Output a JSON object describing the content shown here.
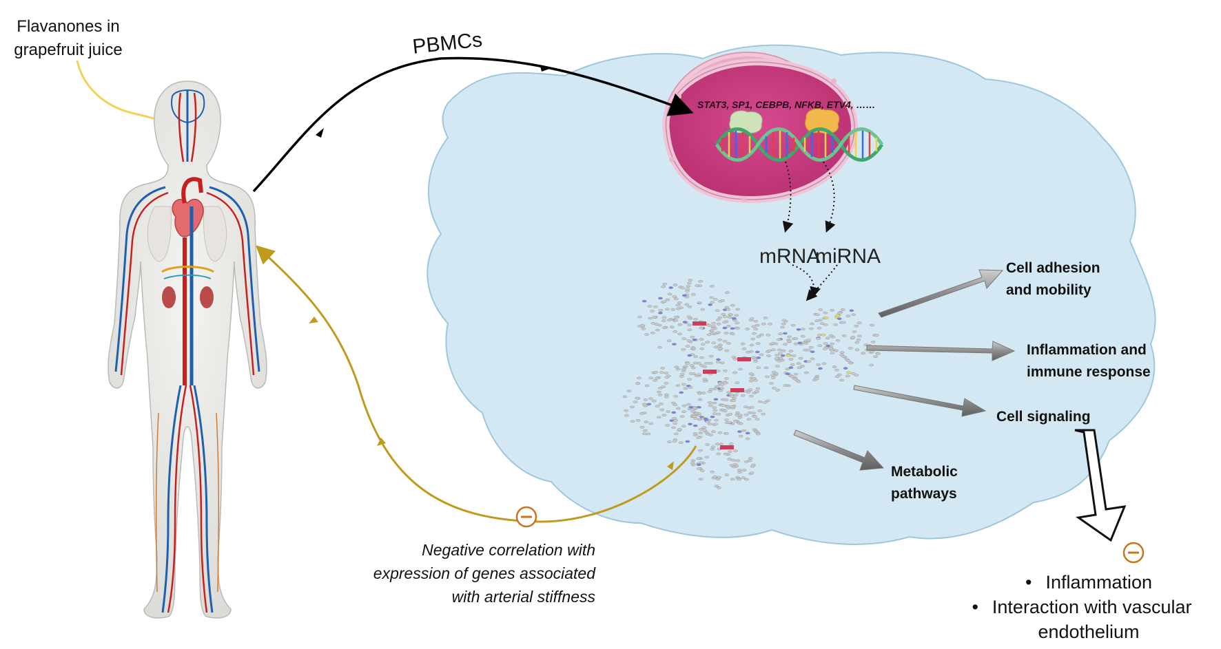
{
  "labels": {
    "source": [
      "Flavanones in",
      "grapefruit juice"
    ],
    "pbmcs": "PBMCs",
    "transcription_factors": "STAT3, SP1, CEBPB, NFKB, ETV4, ……",
    "mrna": "mRNA",
    "mirna": "miRNA",
    "outcomes": {
      "cell_adhesion": [
        "Cell adhesion",
        "and mobility"
      ],
      "inflammation_immune": [
        "Inflammation and",
        "immune response"
      ],
      "cell_signaling": "Cell signaling",
      "metabolic": [
        "Metabolic",
        "pathways"
      ]
    },
    "negative_correlation": "Negative correlation with expression of genes associated with arterial stiffness",
    "effects": [
      "Inflammation",
      "Interaction with vascular endothelium"
    ],
    "minus_symbol": "⊖"
  },
  "colors": {
    "cell_fill": "#d4e8f4",
    "cell_stroke": "#9ec7dc",
    "nucleus_fill": "#cc3f86",
    "nucleus_rim": "#f2c8d8",
    "feedback_arrow": "#c09a1c",
    "juice_line": "#f2d25a",
    "big_arrows": "#9a9a9a",
    "minus_color": "#c8741e",
    "artery": "#c8201e",
    "vein": "#1e5fb0"
  },
  "icons": [
    "human-body-icon",
    "dna-helix-icon",
    "gene-network-icon",
    "transcription-factor-icon"
  ]
}
